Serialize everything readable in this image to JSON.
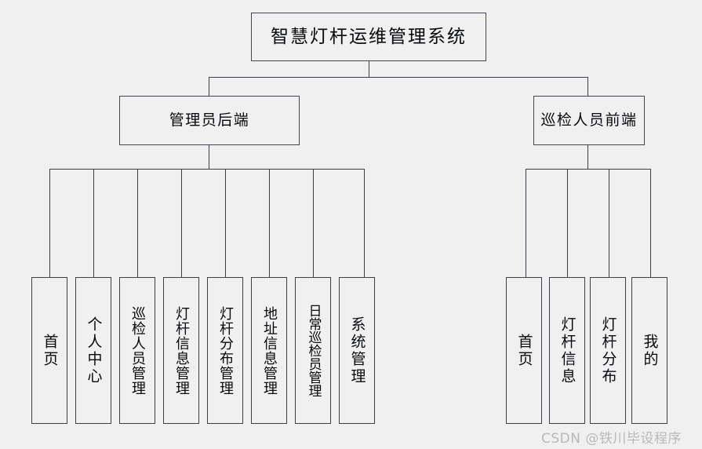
{
  "diagram": {
    "type": "org-chart",
    "background_color": "#f0f0f0",
    "border_color": "#3c3f45",
    "text_color": "#07090c",
    "root": {
      "label": "智慧灯杆运维管理系统"
    },
    "level2": [
      {
        "label": "管理员后端"
      },
      {
        "label": "巡检人员前端"
      }
    ],
    "admin_children": [
      {
        "label": "首页"
      },
      {
        "label": "个人中心"
      },
      {
        "label": "巡检人员管理"
      },
      {
        "label": "灯杆信息管理"
      },
      {
        "label": "灯杆分布管理"
      },
      {
        "label": "地址信息管理"
      },
      {
        "label": "日常巡检员管理"
      },
      {
        "label": "系统管理"
      }
    ],
    "inspector_children": [
      {
        "label": "首页"
      },
      {
        "label": "灯杆信息"
      },
      {
        "label": "灯杆分布"
      },
      {
        "label": "我的"
      }
    ]
  },
  "watermark": {
    "text": "CSDN @铁川毕设程序",
    "color": "#b9b9b9"
  }
}
